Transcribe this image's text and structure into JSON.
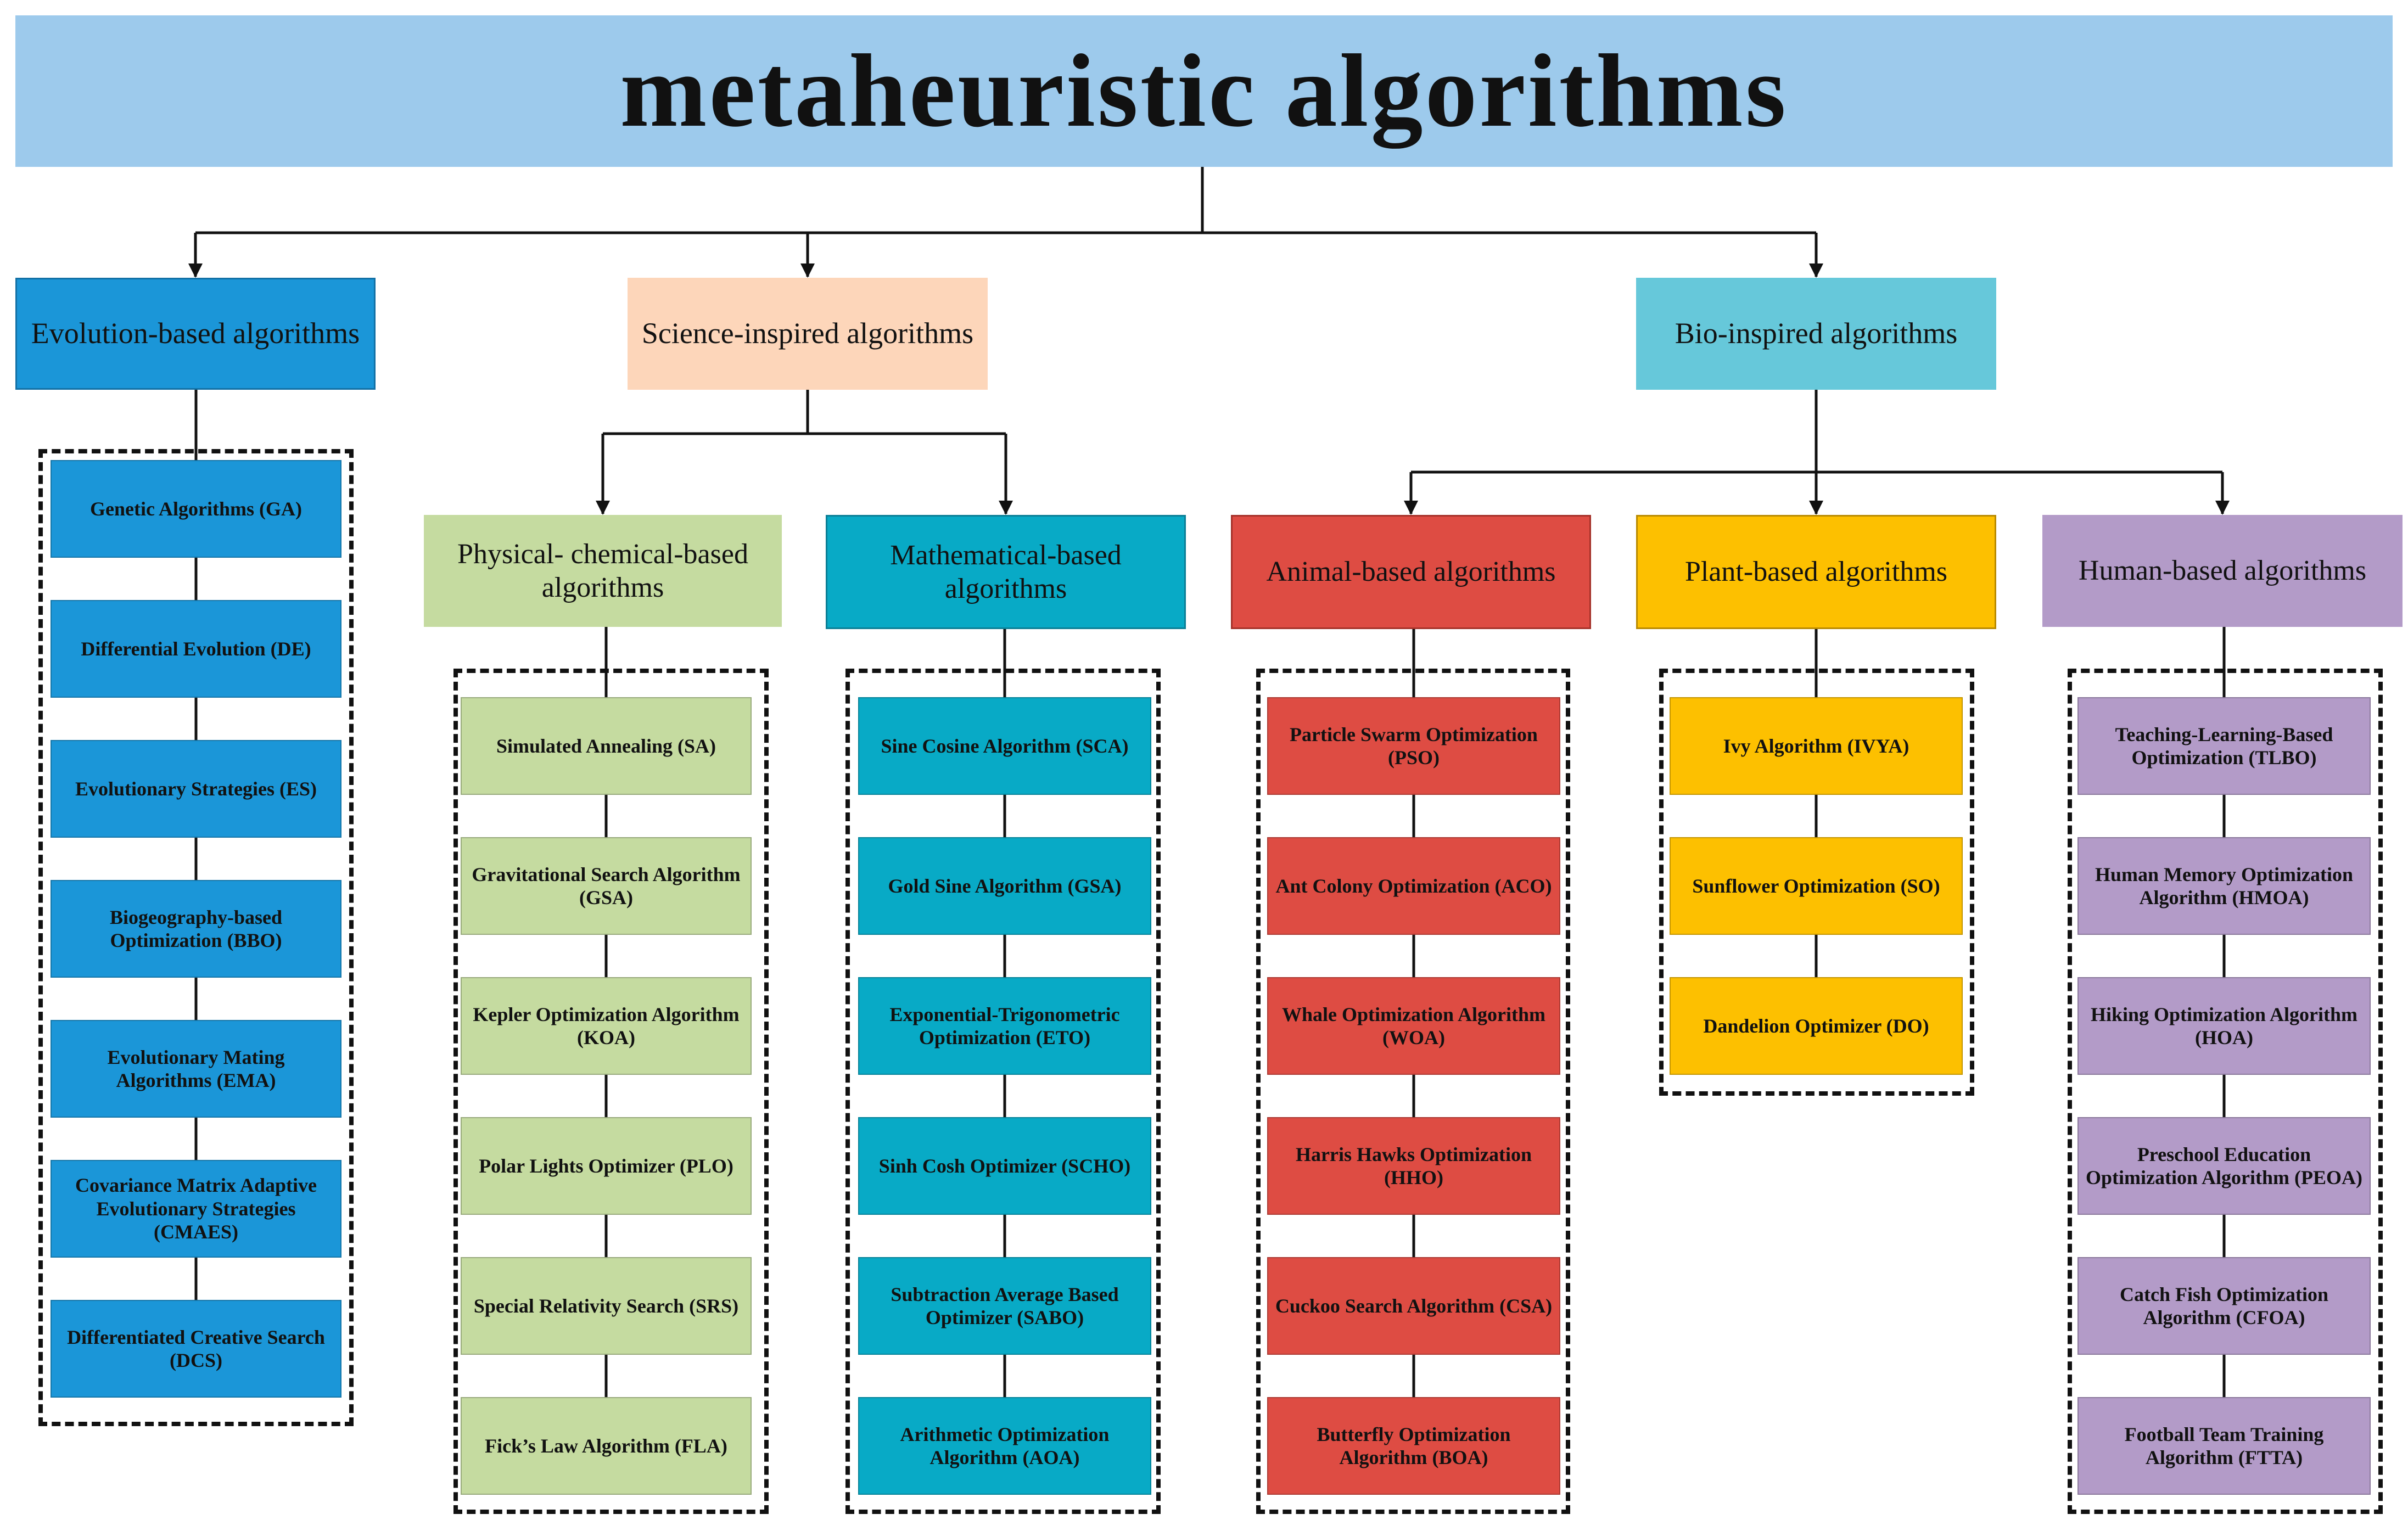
{
  "title": {
    "text": "metaheuristic  algorithms",
    "color": "#9DCAEC"
  },
  "top_categories": [
    {
      "id": "evolution",
      "label": "Evolution-based algorithms",
      "color": "#1B96D8",
      "border": "#1371A6"
    },
    {
      "id": "science",
      "label": "Science-inspired algorithms",
      "color": "#FDD6BA",
      "border": "#FDD6BA"
    },
    {
      "id": "bio",
      "label": "Bio-inspired algorithms",
      "color": "#66C8DA",
      "border": "#66C8DA"
    }
  ],
  "subcategories": [
    {
      "id": "physical",
      "parent": "science",
      "label": "Physical- chemical-based algorithms",
      "color": "#C5DBA0",
      "border": "#C5DBA0"
    },
    {
      "id": "math",
      "parent": "science",
      "label": "Mathematical-based algorithms",
      "color": "#08AAC6",
      "border": "#0A7F96"
    },
    {
      "id": "animal",
      "parent": "bio",
      "label": "Animal-based algorithms",
      "color": "#DE4C43",
      "border": "#A53129"
    },
    {
      "id": "plant",
      "parent": "bio",
      "label": "Plant-based algorithms",
      "color": "#FDC000",
      "border": "#B98A00"
    },
    {
      "id": "human",
      "parent": "bio",
      "label": "Human-based algorithms",
      "color": "#B39BC8",
      "border": "#B39BC8"
    }
  ],
  "groups": [
    {
      "id": "evolution",
      "color": "#1B96D8",
      "items": [
        "Genetic Algorithms (GA)",
        "Differential Evolution (DE)",
        "Evolutionary Strategies (ES)",
        "Biogeography-based Optimization (BBO)",
        "Evolutionary Mating Algorithms (EMA)",
        "Covariance Matrix Adaptive Evolutionary Strategies (CMAES)",
        "Differentiated Creative Search (DCS)"
      ]
    },
    {
      "id": "physical",
      "color": "#C5DBA0",
      "items": [
        "Simulated Annealing (SA)",
        "Gravitational Search Algorithm (GSA)",
        "Kepler Optimization Algorithm (KOA)",
        "Polar Lights Optimizer (PLO)",
        "Special Relativity Search (SRS)",
        "Fick’s Law Algorithm (FLA)"
      ]
    },
    {
      "id": "math",
      "color": "#08AAC6",
      "items": [
        "Sine Cosine Algorithm (SCA)",
        "Gold Sine Algorithm (GSA)",
        "Exponential-Trigonometric Optimization (ETO)",
        "Sinh Cosh Optimizer (SCHO)",
        "Subtraction Average Based Optimizer (SABO)",
        "Arithmetic Optimization Algorithm (AOA)"
      ]
    },
    {
      "id": "animal",
      "color": "#DE4C43",
      "items": [
        "Particle Swarm Optimization (PSO)",
        "Ant Colony Optimization (ACO)",
        "Whale Optimization Algorithm (WOA)",
        "Harris Hawks Optimization (HHO)",
        "Cuckoo Search Algorithm (CSA)",
        "Butterfly Optimization Algorithm (BOA)"
      ]
    },
    {
      "id": "plant",
      "color": "#FDC000",
      "items": [
        "Ivy Algorithm (IVYA)",
        "Sunflower Optimization (SO)",
        "Dandelion Optimizer (DO)"
      ]
    },
    {
      "id": "human",
      "color": "#B39BC8",
      "items": [
        "Teaching-Learning-Based Optimization (TLBO)",
        "Human Memory Optimization Algorithm (HMOA)",
        "Hiking Optimization Algorithm (HOA)",
        "Preschool Education Optimization Algorithm (PEOA)",
        "Catch Fish Optimization Algorithm (CFOA)",
        "Football Team Training Algorithm (FTTA)"
      ]
    }
  ]
}
